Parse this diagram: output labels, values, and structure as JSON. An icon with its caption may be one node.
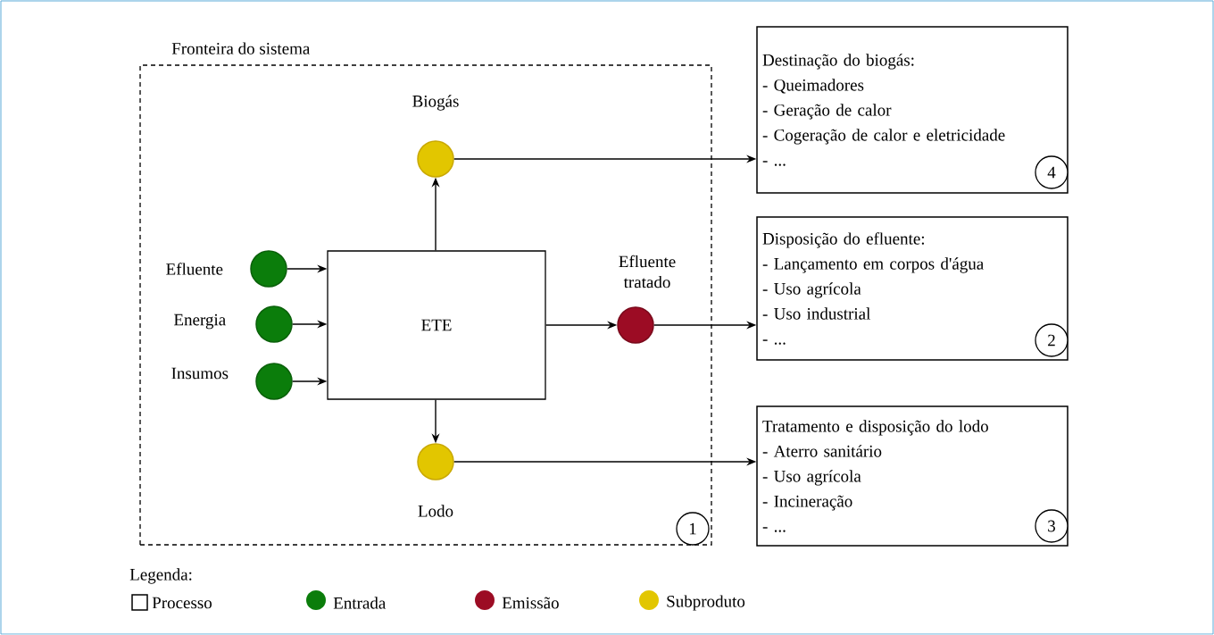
{
  "diagram": {
    "nodes": [
      {
        "text": [
          "Fronteira do sistema"
        ]
      },
      {
        "text": [
          "ETE"
        ],
        "in": 0
      },
      {
        "text": [],
        "shape": "circle",
        "beside": [
          "Efluente"
        ],
        "in": 0
      },
      {
        "text": [],
        "shape": "circle",
        "beside": [
          "Energia"
        ],
        "in": 0
      },
      {
        "text": [],
        "shape": "circle",
        "beside": [
          "Insumos"
        ],
        "in": 0
      },
      {
        "text": [],
        "shape": "circle",
        "beside": [
          "Biogás"
        ],
        "in": 0
      },
      {
        "text": [],
        "shape": "circle",
        "beside": [
          "Efluente tratado"
        ],
        "in": 0
      },
      {
        "text": [],
        "shape": "circle",
        "beside": [
          "Lodo"
        ],
        "in": 0
      },
      {
        "text": [
          "1"
        ],
        "in": 0
      },
      {
        "text": [
          "Destinação do biogás:",
          "- Queimadores",
          "- Geração de calor",
          "- Cogeração de calor e eletricidade",
          "- ..."
        ]
      },
      {
        "text": [
          "4"
        ],
        "in": 9
      },
      {
        "text": [
          "Disposição do efluente:",
          "- Lançamento em corpos d'água",
          "- Uso agrícola",
          "- Uso industrial",
          "- ..."
        ]
      },
      {
        "text": [
          "2"
        ],
        "in": 11
      },
      {
        "text": [
          "Tratamento e disposição do lodo",
          "- Aterro sanitário",
          "- Uso agrícola",
          "- Incineração",
          "- ..."
        ]
      },
      {
        "text": [
          "3"
        ],
        "in": 13
      }
    ],
    "edges": [
      {
        "from": 2,
        "to": 1,
        "arrow": "to"
      },
      {
        "from": 3,
        "to": 1,
        "arrow": "to"
      },
      {
        "from": 4,
        "to": 1,
        "arrow": "to"
      },
      {
        "from": 1,
        "to": 5,
        "arrow": "to"
      },
      {
        "from": 1,
        "to": 6,
        "arrow": "to"
      },
      {
        "from": 1,
        "to": 7,
        "arrow": "to"
      },
      {
        "from": 5,
        "to": 9,
        "arrow": "to"
      },
      {
        "from": 6,
        "to": 11,
        "arrow": "to"
      },
      {
        "from": 7,
        "to": 13,
        "arrow": "to"
      }
    ],
    "labels": [
      "Legenda:"
    ],
    "legend": [
      {
        "text": "Processo"
      },
      {
        "text": "Entrada",
        "color": "#0b7d0b"
      },
      {
        "text": "Emissão",
        "color": "#9c0c24"
      },
      {
        "text": "Subproduto",
        "color": "#e2c600"
      }
    ]
  }
}
